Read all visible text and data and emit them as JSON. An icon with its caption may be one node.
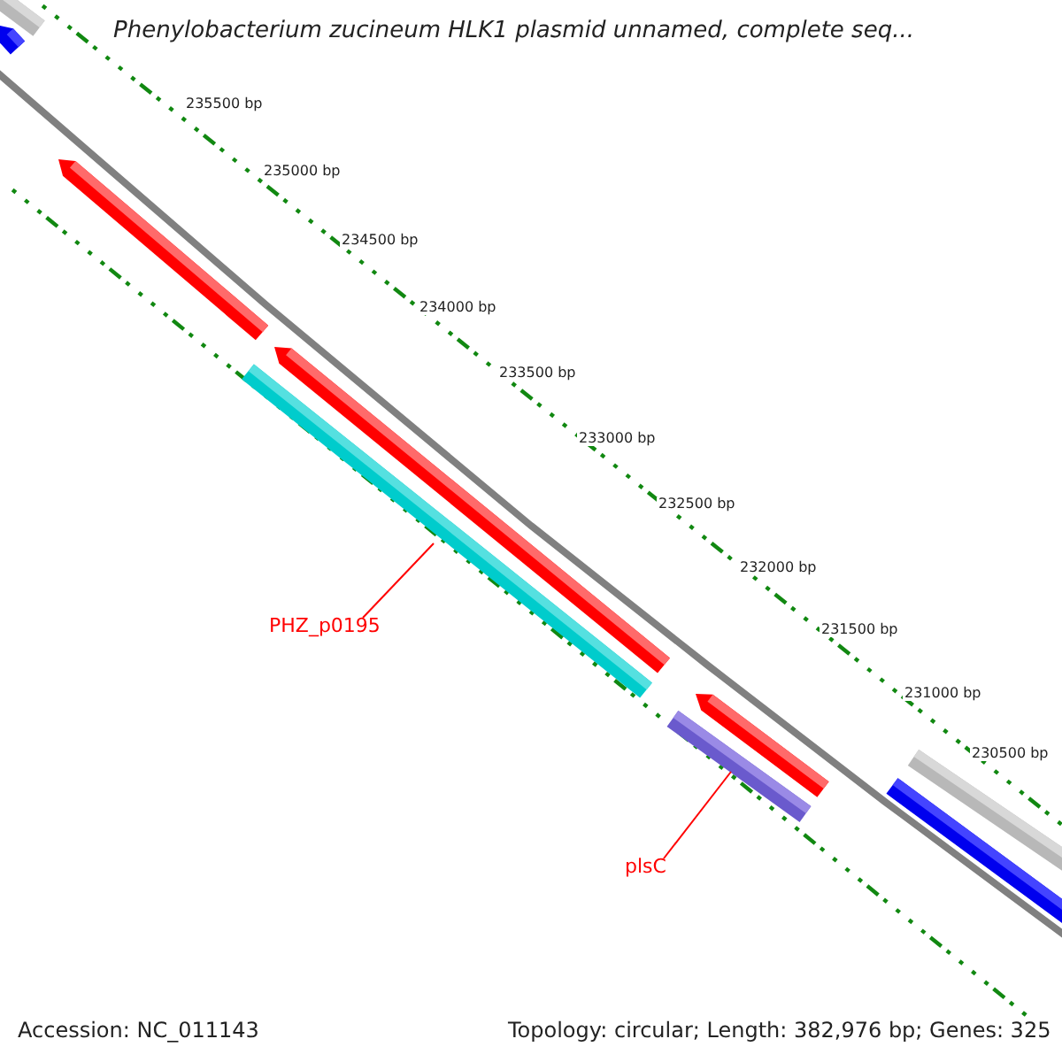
{
  "diagram": {
    "title": "Phenylobacterium zucineum HLK1 plasmid unnamed, complete seq...",
    "nodes": [
      {
        "text": [
          "PHZ_p0195"
        ]
      },
      {
        "text": [],
        "shape": "bar"
      },
      {
        "text": [
          "plsC"
        ]
      },
      {
        "text": [],
        "shape": "bar"
      }
    ],
    "edges": [
      {
        "from": 0,
        "to": 1,
        "arrow": "none"
      },
      {
        "from": 2,
        "to": 3,
        "arrow": "none"
      }
    ],
    "labels": [
      "235500 bp",
      "235000 bp",
      "234500 bp",
      "234000 bp",
      "233500 bp",
      "233000 bp",
      "232500 bp",
      "232000 bp",
      "231500 bp",
      "231000 bp",
      "230500 bp",
      "Accession: NC_011143",
      "Topology: circular; Length: 382,976 bp; Genes: 325"
    ]
  }
}
